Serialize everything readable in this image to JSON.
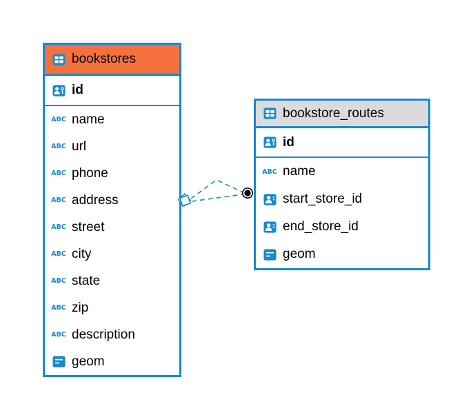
{
  "tables": {
    "bookstores": {
      "title": "bookstores",
      "pk": "id",
      "header_color": "#F4713C",
      "fields": [
        {
          "label": "name",
          "type": "varchar"
        },
        {
          "label": "url",
          "type": "varchar"
        },
        {
          "label": "phone",
          "type": "varchar"
        },
        {
          "label": "address",
          "type": "varchar"
        },
        {
          "label": "street",
          "type": "varchar"
        },
        {
          "label": "city",
          "type": "varchar"
        },
        {
          "label": "state",
          "type": "varchar"
        },
        {
          "label": "zip",
          "type": "varchar"
        },
        {
          "label": "description",
          "type": "varchar"
        },
        {
          "label": "geom",
          "type": "geometry"
        }
      ]
    },
    "bookstore_routes": {
      "title": "bookstore_routes",
      "pk": "id",
      "header_color": "#DBDBDB",
      "fields": [
        {
          "label": "name",
          "type": "varchar"
        },
        {
          "label": "start_store_id",
          "type": "reference"
        },
        {
          "label": "end_store_id",
          "type": "reference"
        },
        {
          "label": "geom",
          "type": "geometry"
        }
      ]
    }
  },
  "relations": [
    {
      "from": "bookstores",
      "to": "bookstore_routes",
      "line_style": "dashed"
    }
  ],
  "icons": {
    "varchar_glyph": "ABC",
    "table_icon": "table-grid",
    "primary_key_icon": "person-key",
    "reference_icon": "person-card",
    "geometry_icon": "text-lines",
    "relation_start": "diamond",
    "relation_end": "filled-dot"
  },
  "colors": {
    "table_border": "#1789CE",
    "bookstores_header_bg": "#F4713C",
    "routes_header_bg": "#DBDBDB",
    "relation_line": "#1789CE",
    "relation_dot": "#000000"
  }
}
